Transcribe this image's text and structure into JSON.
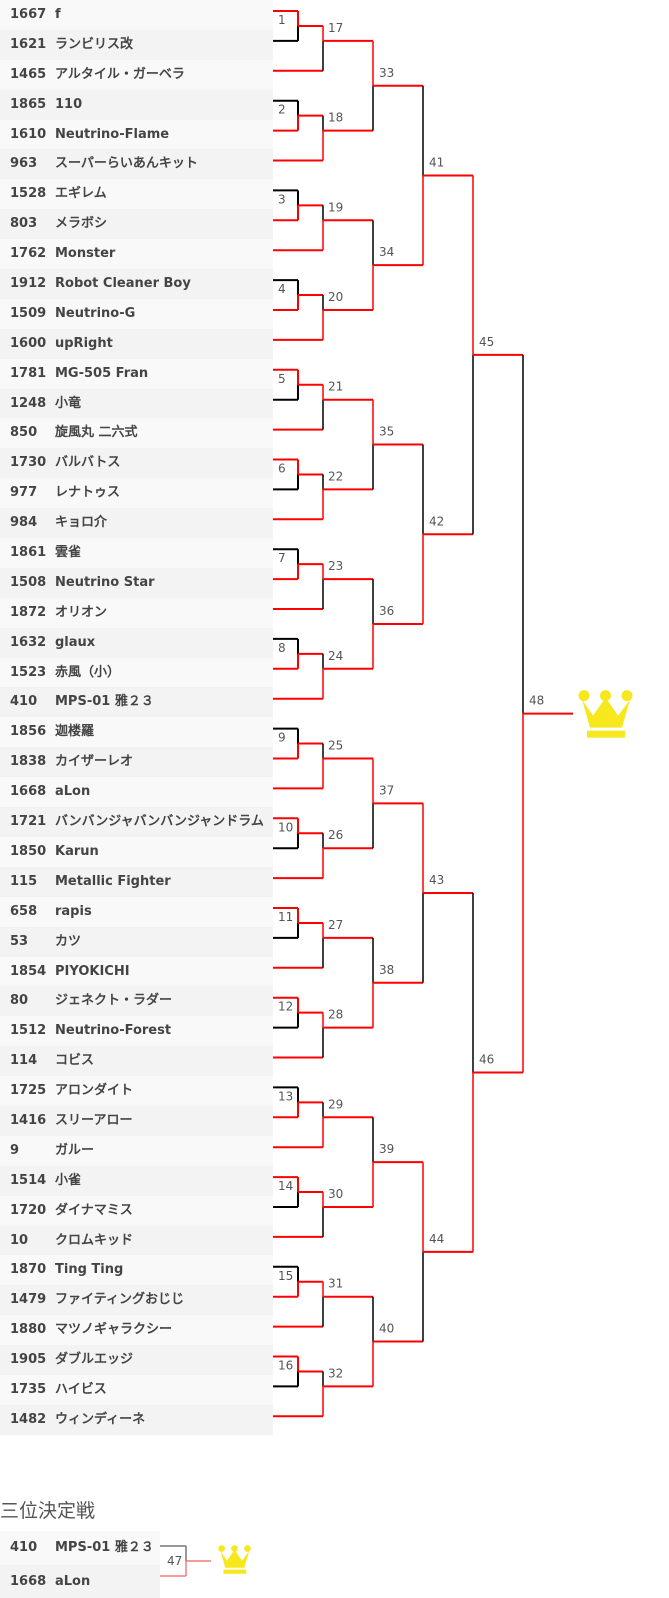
{
  "colors": {
    "win": "#ff0000",
    "lose": "#000000",
    "crown": "#f7e81e",
    "third_win": "#f77a7a",
    "third_lose": "#777777"
  },
  "entrants": [
    {
      "id": "1667",
      "name": "f"
    },
    {
      "id": "1621",
      "name": "ランビリス改"
    },
    {
      "id": "1465",
      "name": "アルタイル・ガーベラ"
    },
    {
      "id": "1865",
      "name": "110"
    },
    {
      "id": "1610",
      "name": "Neutrino-Flame"
    },
    {
      "id": "963",
      "name": "スーパーらいあんキット"
    },
    {
      "id": "1528",
      "name": "エギレム"
    },
    {
      "id": "803",
      "name": "メラボシ"
    },
    {
      "id": "1762",
      "name": "Monster"
    },
    {
      "id": "1912",
      "name": "Robot Cleaner Boy"
    },
    {
      "id": "1509",
      "name": "Neutrino-G"
    },
    {
      "id": "1600",
      "name": "upRight"
    },
    {
      "id": "1781",
      "name": "MG-505 Fran"
    },
    {
      "id": "1248",
      "name": "小竜"
    },
    {
      "id": "850",
      "name": "旋風丸 二六式"
    },
    {
      "id": "1730",
      "name": "バルバトス"
    },
    {
      "id": "977",
      "name": "レナトゥス"
    },
    {
      "id": "984",
      "name": "キョロ介"
    },
    {
      "id": "1861",
      "name": "雲雀"
    },
    {
      "id": "1508",
      "name": "Neutrino Star"
    },
    {
      "id": "1872",
      "name": "オリオン"
    },
    {
      "id": "1632",
      "name": "glaux"
    },
    {
      "id": "1523",
      "name": "赤風（小）"
    },
    {
      "id": "410",
      "name": "MPS-01 雅２３"
    },
    {
      "id": "1856",
      "name": "迦楼羅"
    },
    {
      "id": "1838",
      "name": "カイザーレオ"
    },
    {
      "id": "1668",
      "name": "aLon"
    },
    {
      "id": "1721",
      "name": "バンバンジャバンバンジャンドラム"
    },
    {
      "id": "1850",
      "name": "Karun"
    },
    {
      "id": "115",
      "name": "Metallic Fighter"
    },
    {
      "id": "658",
      "name": "rapis"
    },
    {
      "id": "53",
      "name": "カツ"
    },
    {
      "id": "1854",
      "name": "PIYOKICHI"
    },
    {
      "id": "80",
      "name": "ジェネクト・ラダー"
    },
    {
      "id": "1512",
      "name": "Neutrino-Forest"
    },
    {
      "id": "114",
      "name": "コビス"
    },
    {
      "id": "1725",
      "name": "アロンダイト"
    },
    {
      "id": "1416",
      "name": "スリーアロー"
    },
    {
      "id": "9",
      "name": "ガルー"
    },
    {
      "id": "1514",
      "name": "小雀"
    },
    {
      "id": "1720",
      "name": "ダイナマミス"
    },
    {
      "id": "10",
      "name": "クロムキッド"
    },
    {
      "id": "1870",
      "name": "Ting Ting"
    },
    {
      "id": "1479",
      "name": "ファイティングおじじ"
    },
    {
      "id": "1880",
      "name": "マツノギャラクシー"
    },
    {
      "id": "1905",
      "name": "ダブルエッジ"
    },
    {
      "id": "1735",
      "name": "ハイビス"
    },
    {
      "id": "1482",
      "name": "ウィンディーネ"
    }
  ],
  "matches": {
    "round1": [
      {
        "no": "1",
        "winner": "top"
      },
      {
        "no": "2",
        "winner": "bottom"
      },
      {
        "no": "3",
        "winner": "bottom"
      },
      {
        "no": "4",
        "winner": "bottom"
      },
      {
        "no": "5",
        "winner": "top"
      },
      {
        "no": "6",
        "winner": "top"
      },
      {
        "no": "7",
        "winner": "bottom"
      },
      {
        "no": "8",
        "winner": "bottom"
      },
      {
        "no": "9",
        "winner": "bottom"
      },
      {
        "no": "10",
        "winner": "top"
      },
      {
        "no": "11",
        "winner": "top"
      },
      {
        "no": "12",
        "winner": "top"
      },
      {
        "no": "13",
        "winner": "bottom"
      },
      {
        "no": "14",
        "winner": "top"
      },
      {
        "no": "15",
        "winner": "bottom"
      },
      {
        "no": "16",
        "winner": "top"
      }
    ],
    "round2": [
      {
        "no": "17",
        "winner": "top"
      },
      {
        "no": "18",
        "winner": "bottom"
      },
      {
        "no": "19",
        "winner": "bottom"
      },
      {
        "no": "20",
        "winner": "bottom"
      },
      {
        "no": "21",
        "winner": "top"
      },
      {
        "no": "22",
        "winner": "bottom"
      },
      {
        "no": "23",
        "winner": "top"
      },
      {
        "no": "24",
        "winner": "bottom"
      },
      {
        "no": "25",
        "winner": "bottom"
      },
      {
        "no": "26",
        "winner": "bottom"
      },
      {
        "no": "27",
        "winner": "top"
      },
      {
        "no": "28",
        "winner": "top"
      },
      {
        "no": "29",
        "winner": "bottom"
      },
      {
        "no": "30",
        "winner": "top"
      },
      {
        "no": "31",
        "winner": "top"
      },
      {
        "no": "32",
        "winner": "bottom"
      }
    ],
    "round3": [
      {
        "no": "33",
        "winner": "top"
      },
      {
        "no": "34",
        "winner": "bottom"
      },
      {
        "no": "35",
        "winner": "top"
      },
      {
        "no": "36",
        "winner": "bottom"
      },
      {
        "no": "37",
        "winner": "top"
      },
      {
        "no": "38",
        "winner": "bottom"
      },
      {
        "no": "39",
        "winner": "bottom"
      },
      {
        "no": "40",
        "winner": "bottom"
      }
    ],
    "round4": [
      {
        "no": "41",
        "winner": "bottom"
      },
      {
        "no": "42",
        "winner": "bottom"
      },
      {
        "no": "43",
        "winner": "top"
      },
      {
        "no": "44",
        "winner": "top"
      }
    ],
    "round5": [
      {
        "no": "45",
        "winner": "top"
      },
      {
        "no": "46",
        "winner": "bottom"
      }
    ],
    "final": [
      {
        "no": "48",
        "winner": "bottom"
      }
    ]
  },
  "third_place": {
    "title": "三位決定戦",
    "entrants": [
      {
        "id": "410",
        "name": "MPS-01 雅２３"
      },
      {
        "id": "1668",
        "name": "aLon"
      }
    ],
    "match": {
      "no": "47",
      "winner": "bottom"
    }
  }
}
